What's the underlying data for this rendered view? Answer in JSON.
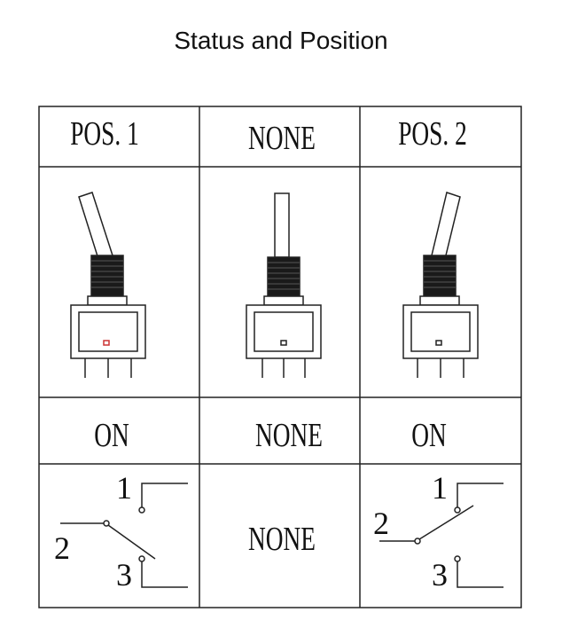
{
  "title": "Status and Position",
  "columns": [
    {
      "header": "POS. 1",
      "status": "ON",
      "circuit": {
        "top": "1",
        "common": "2",
        "bottom": "3",
        "connects_to": "3"
      }
    },
    {
      "header": "NONE",
      "status": "NONE",
      "circuit_text": "NONE"
    },
    {
      "header": "POS. 2",
      "status": "ON",
      "circuit": {
        "top": "1",
        "common": "2",
        "bottom": "3",
        "connects_to": "1"
      }
    }
  ]
}
